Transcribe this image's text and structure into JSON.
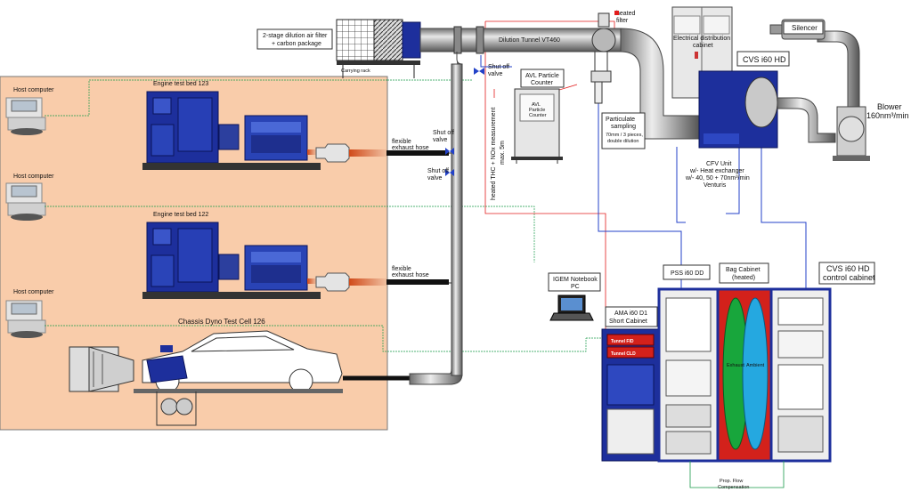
{
  "room": {
    "host_1": "Host computer",
    "host_2": "Host computer",
    "host_3": "Host computer",
    "bed_123": "Engine test bed 123",
    "bed_122": "Engine test bed 122",
    "chassis": "Chassis Dyno Test Cell 126",
    "hose_1a": "flexible",
    "hose_1b": "exhaust hose",
    "hose_2a": "flexible",
    "hose_2b": "exhaust hose",
    "valve_1a": "Shut off",
    "valve_1b": "valve",
    "valve_2a": "Shut off",
    "valve_2b": "valve",
    "valve_3a": "Shut off",
    "valve_3b": "valve"
  },
  "dilution": {
    "filter_1": "2-stage dilution air filter",
    "filter_2": "+ carbon package",
    "carrying_rack": "Carrying rack",
    "tunnel": "Dilution Tunnel VT460",
    "heated_filter_1": "heated",
    "heated_filter_2": "filter",
    "heated_line_1": "heated THC + NOx measurement",
    "heated_line_2": "max. 5m"
  },
  "avl": {
    "title_1": "AVL Particle",
    "title_2": "Counter",
    "device_1": "AVL",
    "device_2": "Particle",
    "device_3": "Counter"
  },
  "sampling": {
    "t1": "Particulate",
    "t2": "sampling",
    "t3": "70mm / 3 pieces,",
    "t4": "double dilution"
  },
  "cvs": {
    "elec_1": "Electrical distribution",
    "elec_2": "cabinet",
    "unit": "CVS i60 HD",
    "silencer": "Silencer",
    "blower_1": "Blower",
    "blower_2": "160nm³/min",
    "cfv_1": "CFV Unit",
    "cfv_2": "w/- Heat exchanger",
    "cfv_3": "w/- 40, 50 + 70nm³/min",
    "cfv_4": "Venturis"
  },
  "cabinets": {
    "igem_1": "IGEM Notebook",
    "igem_2": "PC",
    "ama_1": "AMA i60 D1",
    "ama_2": "Short Cabinet",
    "pss": "PSS i60 DD",
    "bag_1": "Bag Cabinet",
    "bag_2": "(heated)",
    "ctrl_1": "CVS i60 HD",
    "ctrl_2": "control cabinet",
    "tunnel_fid": "Tunnel FID",
    "tunnel_cld": "Tunnel CLD",
    "bag_exh": "Exhaust",
    "bag_amb": "Ambient",
    "prop_1": "Prop. Flow",
    "prop_2": "Compensation"
  },
  "colors": {
    "room": "#f9ccaa",
    "engine": "#1d2f9c",
    "pipe": "#9a9a9a",
    "signal_red": "#e21c1c",
    "signal_blue": "#2342c8",
    "signal_green": "#1a9a4a",
    "bag_red": "#d3211b",
    "bag_green": "#18a63c",
    "bag_cyan": "#25a8e0"
  }
}
